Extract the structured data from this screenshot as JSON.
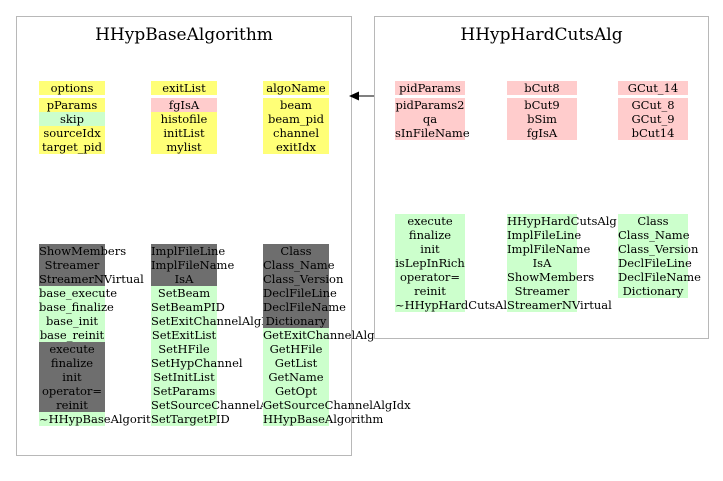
{
  "colors": {
    "data_member": "#ffff77",
    "inherited_member": "#ffcccc",
    "method": "#ccffcc",
    "inherited_method": "#6e6e6e"
  },
  "base": {
    "title": "HHypBaseAlgorithm",
    "members": {
      "col1": [
        {
          "text": "options",
          "color": "yellow"
        },
        {
          "text": "pParams",
          "color": "yellow",
          "gap": true
        },
        {
          "text": "skip",
          "color": "green"
        },
        {
          "text": "sourceIdx",
          "color": "yellow"
        },
        {
          "text": "target_pid",
          "color": "yellow"
        }
      ],
      "col2": [
        {
          "text": "exitList",
          "color": "yellow"
        },
        {
          "text": "fgIsA",
          "color": "pink",
          "gap": true
        },
        {
          "text": "histofile",
          "color": "yellow"
        },
        {
          "text": "initList",
          "color": "yellow"
        },
        {
          "text": "mylist",
          "color": "yellow"
        }
      ],
      "col3": [
        {
          "text": "algoName",
          "color": "yellow"
        },
        {
          "text": "beam",
          "color": "yellow",
          "gap": true
        },
        {
          "text": "beam_pid",
          "color": "yellow"
        },
        {
          "text": "channel",
          "color": "yellow"
        },
        {
          "text": "exitIdx",
          "color": "yellow"
        }
      ]
    },
    "methods": {
      "col1": [
        {
          "text": "ShowMembers",
          "color": "gray"
        },
        {
          "text": "Streamer",
          "color": "gray"
        },
        {
          "text": "StreamerNVirtual",
          "color": "gray"
        },
        {
          "text": "base_execute",
          "color": "green"
        },
        {
          "text": "base_finalize",
          "color": "green"
        },
        {
          "text": "base_init",
          "color": "green"
        },
        {
          "text": "base_reinit",
          "color": "green"
        },
        {
          "text": "execute",
          "color": "gray"
        },
        {
          "text": "finalize",
          "color": "gray"
        },
        {
          "text": "init",
          "color": "gray"
        },
        {
          "text": "operator=",
          "color": "gray"
        },
        {
          "text": "reinit",
          "color": "gray"
        },
        {
          "text": "~HHypBaseAlgorithm",
          "color": "green"
        }
      ],
      "col2": [
        {
          "text": "ImplFileLine",
          "color": "gray"
        },
        {
          "text": "ImplFileName",
          "color": "gray"
        },
        {
          "text": "IsA",
          "color": "gray"
        },
        {
          "text": "SetBeam",
          "color": "green"
        },
        {
          "text": "SetBeamPID",
          "color": "green"
        },
        {
          "text": "SetExitChannelAlgIdx",
          "color": "green"
        },
        {
          "text": "SetExitList",
          "color": "green"
        },
        {
          "text": "SetHFile",
          "color": "green"
        },
        {
          "text": "SetHypChannel",
          "color": "green"
        },
        {
          "text": "SetInitList",
          "color": "green"
        },
        {
          "text": "SetParams",
          "color": "green"
        },
        {
          "text": "SetSourceChannelAlgIdx",
          "color": "green"
        },
        {
          "text": "SetTargetPID",
          "color": "green"
        }
      ],
      "col3": [
        {
          "text": "Class",
          "color": "gray"
        },
        {
          "text": "Class_Name",
          "color": "gray"
        },
        {
          "text": "Class_Version",
          "color": "gray"
        },
        {
          "text": "DeclFileLine",
          "color": "gray"
        },
        {
          "text": "DeclFileName",
          "color": "gray"
        },
        {
          "text": "Dictionary",
          "color": "gray"
        },
        {
          "text": "GetExitChannelAlgIdx",
          "color": "green"
        },
        {
          "text": "GetHFile",
          "color": "green"
        },
        {
          "text": "GetList",
          "color": "green"
        },
        {
          "text": "GetName",
          "color": "green"
        },
        {
          "text": "GetOpt",
          "color": "green"
        },
        {
          "text": "GetSourceChannelAlgIdx",
          "color": "green"
        },
        {
          "text": "HHypBaseAlgorithm",
          "color": "green"
        }
      ]
    }
  },
  "derived": {
    "title": "HHypHardCutsAlg",
    "members": {
      "col1": [
        {
          "text": "pidParams",
          "color": "pink"
        },
        {
          "text": "pidParams2",
          "color": "pink",
          "gap": true
        },
        {
          "text": "qa",
          "color": "pink"
        },
        {
          "text": "sInFileName",
          "color": "pink"
        }
      ],
      "col2": [
        {
          "text": "bCut8",
          "color": "pink"
        },
        {
          "text": "bCut9",
          "color": "pink",
          "gap": true
        },
        {
          "text": "bSim",
          "color": "pink"
        },
        {
          "text": "fgIsA",
          "color": "pink"
        }
      ],
      "col3": [
        {
          "text": "GCut_14",
          "color": "pink"
        },
        {
          "text": "GCut_8",
          "color": "pink",
          "gap": true
        },
        {
          "text": "GCut_9",
          "color": "pink"
        },
        {
          "text": "bCut14",
          "color": "pink"
        }
      ]
    },
    "methods": {
      "col1": [
        {
          "text": "execute",
          "color": "green"
        },
        {
          "text": "finalize",
          "color": "green"
        },
        {
          "text": "init",
          "color": "green"
        },
        {
          "text": "isLepInRich",
          "color": "green"
        },
        {
          "text": "operator=",
          "color": "green"
        },
        {
          "text": "reinit",
          "color": "green"
        },
        {
          "text": "~HHypHardCutsAlg",
          "color": "green"
        }
      ],
      "col2": [
        {
          "text": "HHypHardCutsAlg",
          "color": "green"
        },
        {
          "text": "ImplFileLine",
          "color": "green"
        },
        {
          "text": "ImplFileName",
          "color": "green"
        },
        {
          "text": "IsA",
          "color": "green"
        },
        {
          "text": "ShowMembers",
          "color": "green"
        },
        {
          "text": "Streamer",
          "color": "green"
        },
        {
          "text": "StreamerNVirtual",
          "color": "green"
        }
      ],
      "col3": [
        {
          "text": "Class",
          "color": "green"
        },
        {
          "text": "Class_Name",
          "color": "green"
        },
        {
          "text": "Class_Version",
          "color": "green"
        },
        {
          "text": "DeclFileLine",
          "color": "green"
        },
        {
          "text": "DeclFileName",
          "color": "green"
        },
        {
          "text": "Dictionary",
          "color": "green"
        }
      ]
    }
  }
}
